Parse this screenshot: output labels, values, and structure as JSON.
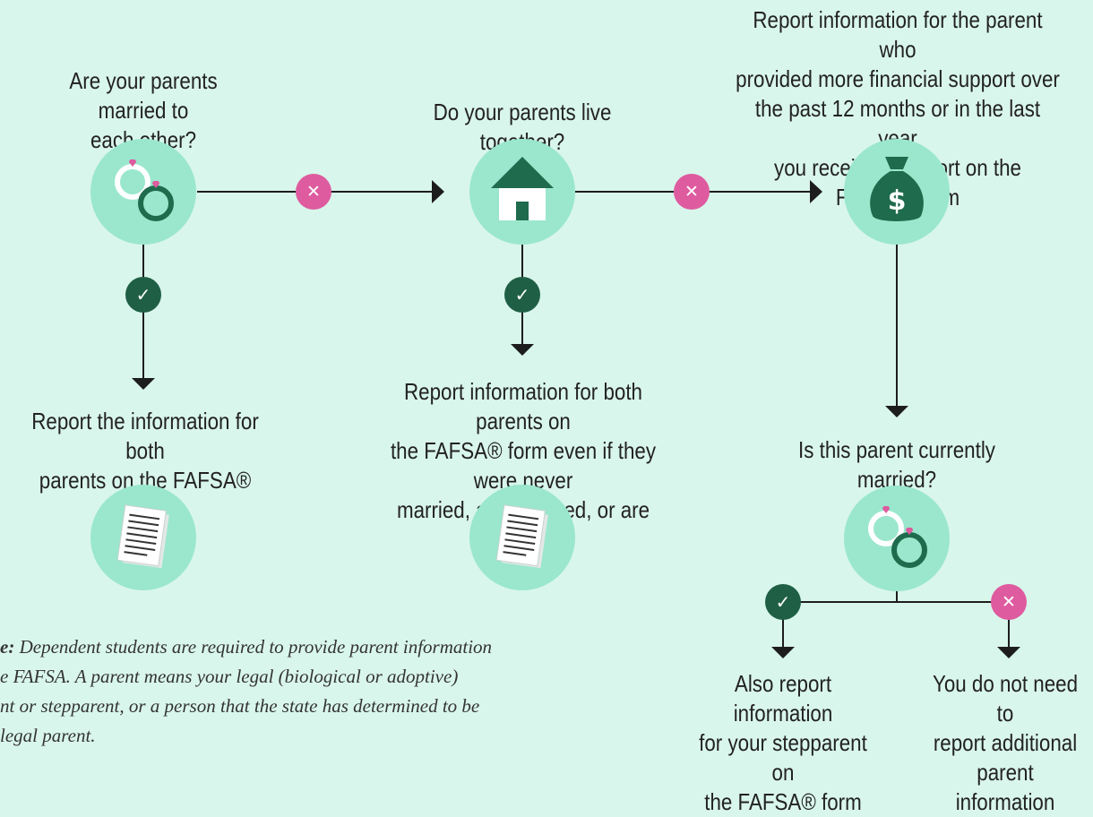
{
  "questions": {
    "married": "Are your parents married to\neach other?",
    "live_together": "Do your parents live together?",
    "more_support": "Report information for the parent who\nprovided more financial support over\nthe past 12 months or in the last year\nyou received support on the FAFSA® form",
    "parent_married": "Is this parent currently married?"
  },
  "outcomes": {
    "both_married": "Report the information for both\nparents on the FAFSA® form",
    "both_together": "Report information for both parents on\nthe FAFSA® form even if they were never\nmarried, are divorced, or are separate",
    "stepparent": "Also report information\nfor your stepparent on\nthe FAFSA® form",
    "no_additional": "You do not need to\nreport additional\nparent information"
  },
  "note": {
    "label": "e:",
    "lines": "Dependent students are required to provide parent information\ne FAFSA. A parent means your legal (biological or adoptive)\nnt or stepparent, or a person that the state has determined to be\nlegal parent."
  },
  "badges": {
    "yes": "✓",
    "no": "✕"
  },
  "icons": {
    "married": "rings-icon",
    "live_together": "house-icon",
    "more_support": "money-bag-icon",
    "parent_married": "rings-icon",
    "doc1": "document-icon",
    "doc2": "document-icon"
  },
  "colors": {
    "background": "#d9f6ec",
    "circle": "#9ae7cd",
    "dark_green": "#1f6b4d",
    "yes_badge": "#1f5f46",
    "no_badge": "#de5b9f",
    "line": "#1d1d1d"
  }
}
